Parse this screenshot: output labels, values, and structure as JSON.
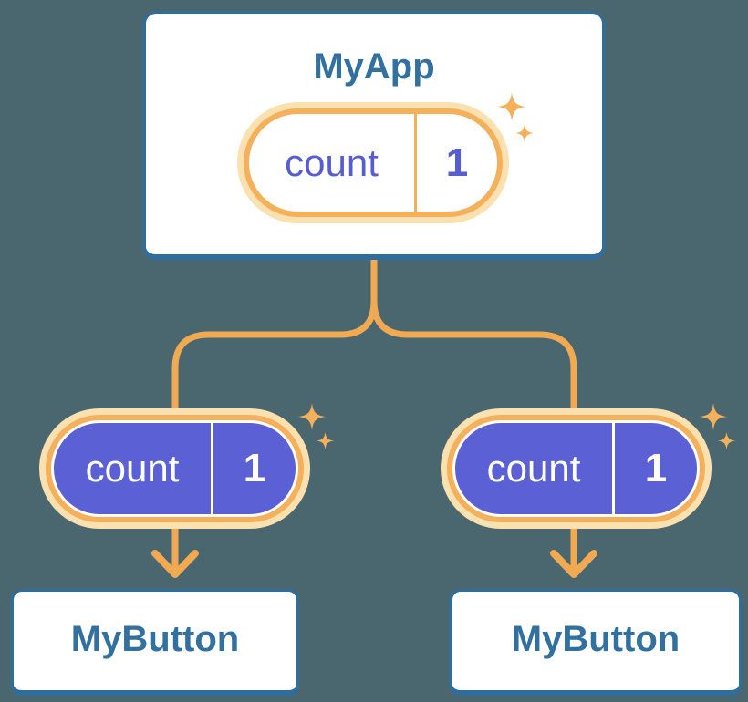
{
  "colors": {
    "bg": "#4A6770",
    "orange": "#F2AA52",
    "orange_ring": "#F5B05C",
    "glow": "#FBE0B0",
    "indigo": "#5B61D4",
    "indigo_text": "#565DD4",
    "blue_border": "#2E6E9F",
    "blue_text": "#31709F",
    "white": "#FFFFFF"
  },
  "diagram": {
    "root": {
      "name": "MyApp",
      "state": {
        "label": "count",
        "value": "1"
      }
    },
    "children": [
      {
        "name": "MyButton",
        "prop": {
          "label": "count",
          "value": "1"
        }
      },
      {
        "name": "MyButton",
        "prop": {
          "label": "count",
          "value": "1"
        }
      }
    ]
  },
  "icons": {
    "sparkle": "sparkle-icon",
    "arrow_down": "arrow-down-icon"
  }
}
